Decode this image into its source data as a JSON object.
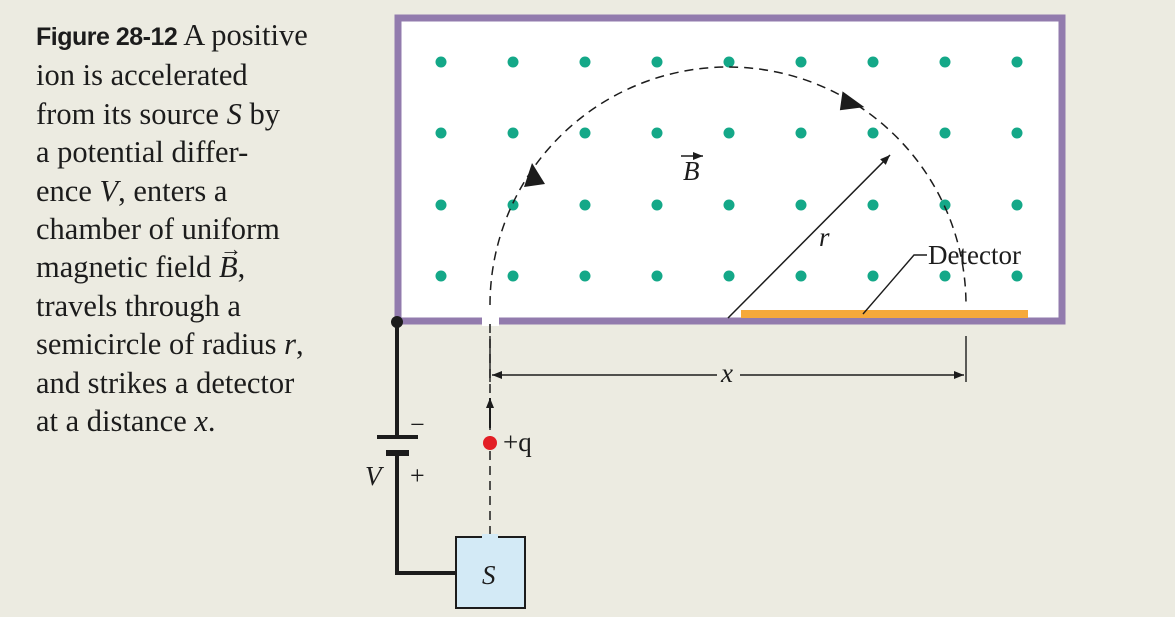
{
  "caption": {
    "figure_label": "Figure 28-12",
    "lines": [
      " A positive",
      "ion is  accelerated",
      "from its source ",
      "a potential differ-",
      "ence ",
      "chamber of uniform",
      "magnetic field ",
      "travels through a",
      "semicircle of radius ",
      "and strikes a detector",
      "at a distance "
    ],
    "sym_S": "S",
    "after_S": " by",
    "sym_V": "V",
    "after_V": ", enters a",
    "sym_B": "B",
    "after_B": ",",
    "sym_r": "r",
    "after_r": ",",
    "sym_x": "x",
    "after_x": "."
  },
  "diagram": {
    "field_label": "B",
    "radius_label": "r",
    "detector_label": "Detector",
    "distance_label": "x",
    "charge_label": "+q",
    "source_label": "S",
    "voltage_label": "V",
    "minus_label": "−",
    "plus_label": "+",
    "colors": {
      "chamber_border": "#927bad",
      "field_dot": "#14a888",
      "detector": "#f6a93a",
      "ion": "#e31e25",
      "source_fill": "#d3eaf6",
      "background": "#ecebe1"
    },
    "field_direction": "out of page (dots)"
  }
}
